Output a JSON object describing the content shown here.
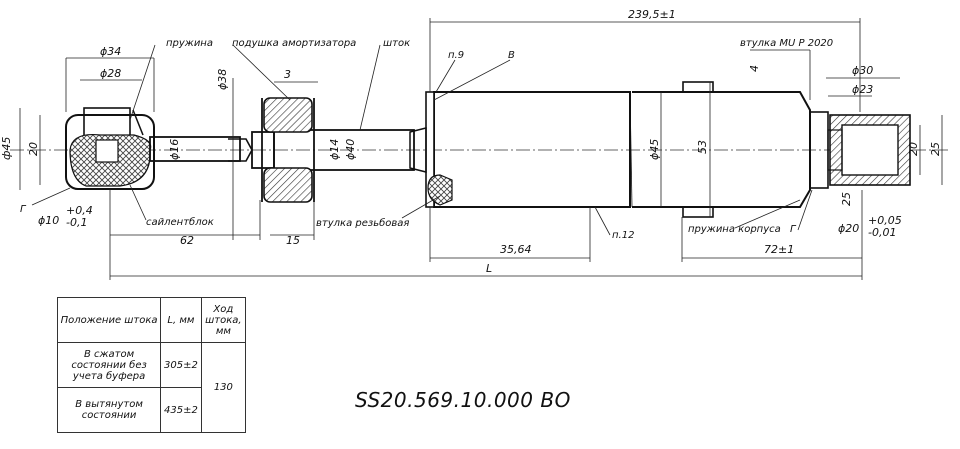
{
  "labels": {
    "spring": "пружина",
    "absorber_pad": "подушка амортизатора",
    "rod": "шток",
    "bushing_mu": "втулка MU P 2020",
    "silentblock": "сайлентблок",
    "threaded_bushing": "втулка резьбовая",
    "housing_spring": "пружина корпуса",
    "view_b": "В",
    "n9": "п.9",
    "n12": "п.12",
    "g_left": "Г",
    "g_right": "Г"
  },
  "dimensions": {
    "d34": "ϕ34",
    "d28": "ϕ28",
    "d38": "ϕ38",
    "dim3": "3",
    "total_239": "239,5±1",
    "d30": "ϕ30",
    "d23": "ϕ23",
    "dim4": "4",
    "d16": "ϕ16",
    "d14": "ϕ14",
    "d40": "ϕ40",
    "d45": "ϕ45",
    "dim53": "53",
    "dim20_left": "20",
    "dim20_right": "20",
    "dim25_right": "25",
    "dim25_small": "25",
    "r45": "ф45",
    "d10": "ϕ10",
    "d10_tol_up": "+0,4",
    "d10_tol_low": "-0,1",
    "dim62": "62",
    "dim15": "15",
    "dim3564": "35,64",
    "dim72": "72±1",
    "d20": "ϕ20",
    "d20_tol_up": "+0,05",
    "d20_tol_low": "-0,01",
    "len_L": "L"
  },
  "table": {
    "headers": [
      "Положение штока",
      "L, мм",
      "Ход штока, мм"
    ],
    "rows": [
      {
        "position": "В сжатом состоянии без учета буфера",
        "length": "305±2",
        "stroke": "130"
      },
      {
        "position": "В вытянутом состоянии",
        "length": "435±2"
      }
    ]
  },
  "drawing_number": "SS20.569.10.000 ВО"
}
